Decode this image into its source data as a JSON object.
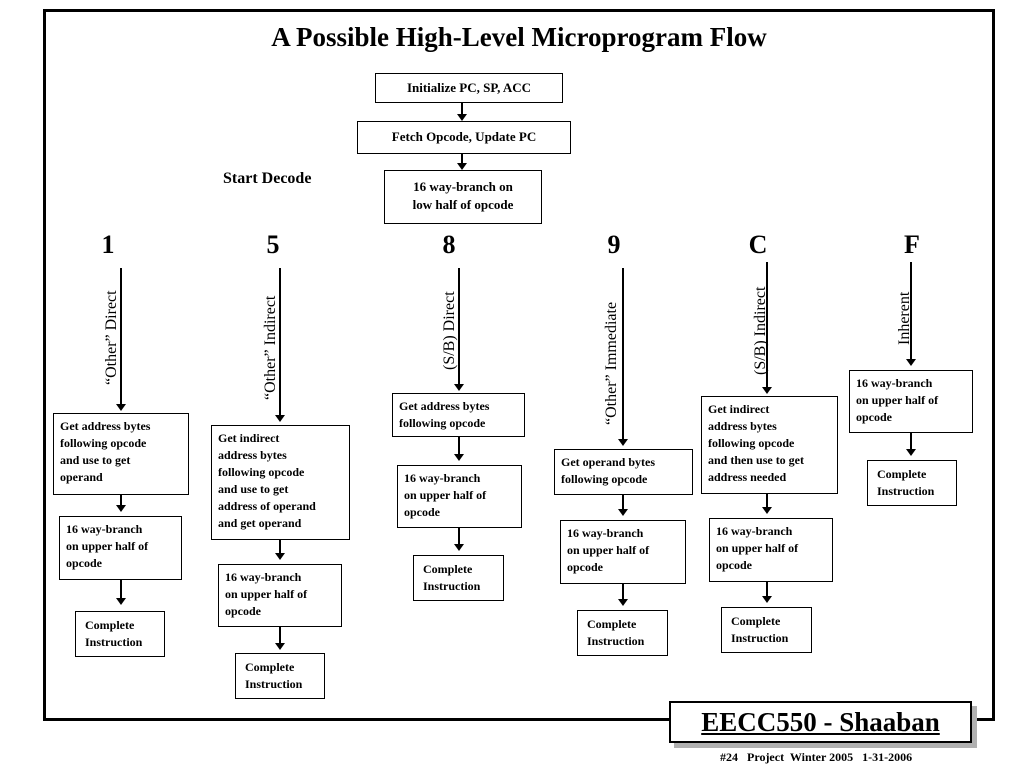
{
  "title": "A Possible High-Level Microprogram Flow",
  "top": {
    "init": "Initialize PC, SP, ACC",
    "fetch": "Fetch Opcode, Update PC",
    "start_decode": "Start Decode",
    "branch": "16 way-branch on\nlow half of opcode"
  },
  "columns": [
    {
      "head": "1",
      "mode": "“Other” Direct",
      "step1": "Get address bytes\nfollowing opcode\nand use to get\noperand",
      "step2": "16 way-branch\n on upper half of\n opcode",
      "complete": "Complete\nInstruction"
    },
    {
      "head": "5",
      "mode": "“Other” Indirect",
      "step1": "Get indirect\naddress bytes\nfollowing opcode\nand use to get\naddress of operand\nand get operand",
      "step2": "16 way-branch\n on upper half of\n opcode",
      "complete": "Complete\nInstruction"
    },
    {
      "head": "8",
      "mode": "(S/B) Direct",
      "step1": "Get address bytes\nfollowing opcode",
      "step2": "16 way-branch\n on upper half of\n opcode",
      "complete": "Complete\nInstruction"
    },
    {
      "head": "9",
      "mode": "“Other” Immediate",
      "step1": "Get operand bytes\nfollowing opcode",
      "step2": "16 way-branch\n on upper half of\n opcode",
      "complete": "Complete\nInstruction"
    },
    {
      "head": "C",
      "mode": "(S/B) Indirect",
      "step1": "Get indirect\naddress bytes\nfollowing opcode\nand then use to get\naddress needed",
      "step2": "16 way-branch\n on upper half of\n opcode",
      "complete": "Complete\nInstruction"
    },
    {
      "head": "F",
      "mode": "Inherent",
      "step1": "16 way-branch\n on upper half of\n opcode",
      "complete": "Complete\nInstruction"
    }
  ],
  "footer": {
    "brand": "EECC550 - Shaaban",
    "info": "#24   Project  Winter 2005   1-31-2006"
  }
}
